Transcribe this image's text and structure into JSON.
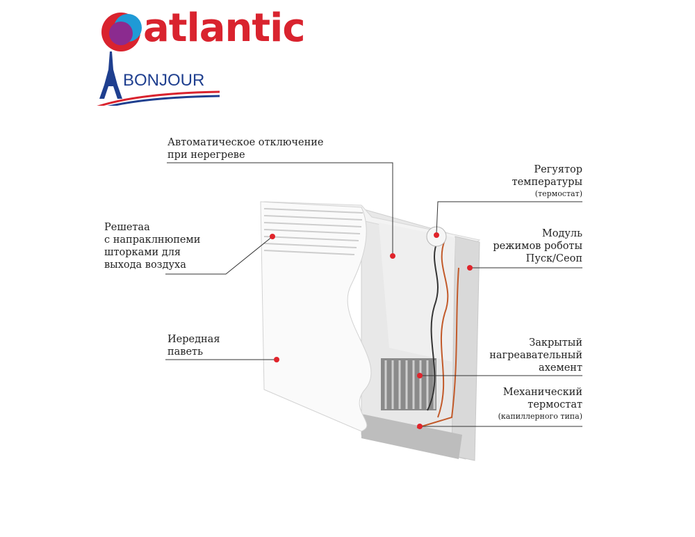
{
  "brand": {
    "name": "atlantic",
    "subtitle": "BONJOUR",
    "colors": {
      "red": "#d9232e",
      "blue": "#1f3f8f",
      "purple": "#8b2b8f"
    }
  },
  "labels": {
    "overheat": {
      "lines": [
        "Автоматическое отключение",
        "при нерегреве"
      ]
    },
    "grille": {
      "lines": [
        "Решетаа",
        "с напраклнюпеми",
        "шторками для",
        "выхода воздуха"
      ]
    },
    "front_panel": {
      "lines": [
        "Иередная",
        "паветь"
      ]
    },
    "regulator": {
      "lines": [
        "Регуятор",
        "температуры"
      ],
      "note": "(термостат)"
    },
    "module": {
      "lines": [
        "Модуль",
        "режимов роботы",
        "Пуск/Сеоп"
      ]
    },
    "heating_element": {
      "lines": [
        "Закрытый",
        "нагреавательный",
        "ахемент"
      ]
    },
    "mech_thermostat": {
      "lines": [
        "Механический",
        "термостат"
      ],
      "note": "(капиллерного типа)"
    }
  }
}
